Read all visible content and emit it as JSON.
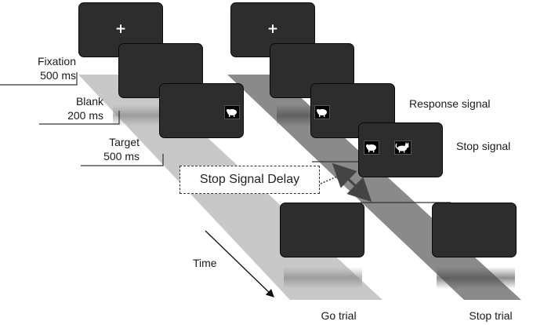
{
  "go_trial": {
    "timeline": [
      {
        "label": "Fixation",
        "duration": "500 ms"
      },
      {
        "label": "Blank",
        "duration": "200 ms"
      },
      {
        "label": "Target",
        "duration": "500 ms"
      }
    ],
    "caption": "Go trial"
  },
  "stop_trial": {
    "response_signal_label": "Response signal",
    "stop_signal_label": "Stop signal",
    "caption": "Stop trial"
  },
  "stop_signal_delay_label": "Stop Signal Delay",
  "time_label": "Time",
  "fixation_symbol": "+",
  "icons": {
    "target_stimulus": "sheep-icon",
    "stop_stimulus": "cat-icon"
  },
  "colors": {
    "screen": "#2d2d2d",
    "go_track": "#c8c8c8",
    "stop_track": "#8a8a8a"
  }
}
